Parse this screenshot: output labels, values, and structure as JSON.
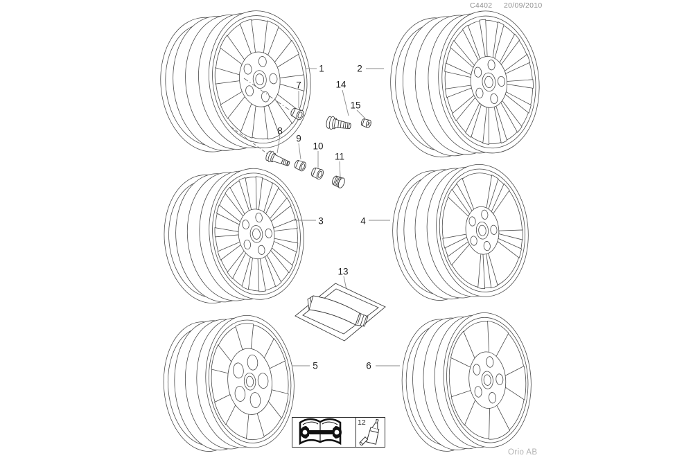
{
  "header": {
    "drawing_code": "C4402",
    "date": "20/09/2010"
  },
  "footer": {
    "publisher": "Orio AB"
  },
  "callouts": {
    "c1": "1",
    "c2": "2",
    "c3": "3",
    "c4": "4",
    "c5": "5",
    "c6": "6",
    "c7": "7",
    "c8": "8",
    "c9": "9",
    "c10": "10",
    "c11": "11",
    "c12": "12",
    "c13": "13",
    "c14": "14",
    "c15": "15"
  },
  "icons": {
    "info_left": "open-book-wrench-icon",
    "info_right": "glue-bottle-icon"
  },
  "colors": {
    "line": "#4a4a4a",
    "part_line": "#3c3c3c",
    "leader": "#8a8a8a",
    "text": "#1f1f1f",
    "muted_text": "#8f8f8f",
    "footer_text": "#b2b2b2"
  }
}
